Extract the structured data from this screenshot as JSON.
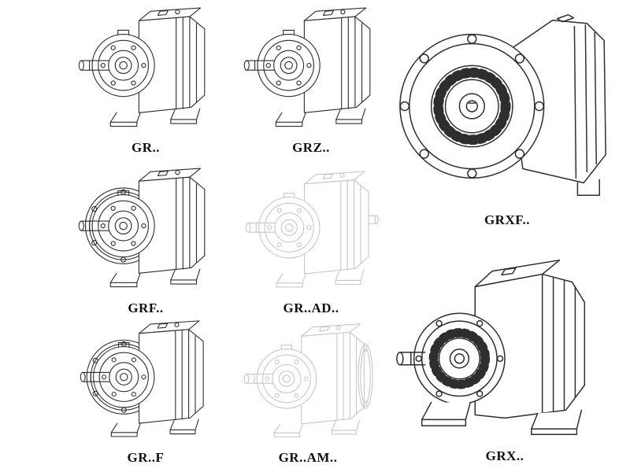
{
  "page": {
    "background": "#ffffff",
    "line_color": "#2e2e2e",
    "ghost_line_color": "#c6c6c6",
    "label_color": "#111111",
    "description": "Catalog sheet of helical gear reducer technical line drawings"
  },
  "figures": [
    {
      "id": "gr",
      "label": "GR..",
      "style": "solid",
      "view": "foot-mounted-side"
    },
    {
      "id": "grz",
      "label": "GRZ..",
      "style": "solid",
      "view": "foot-mounted-side"
    },
    {
      "id": "grxf",
      "label": "GRXF..",
      "style": "solid",
      "view": "front-flange"
    },
    {
      "id": "grf",
      "label": "GRF..",
      "style": "solid",
      "view": "flange-side"
    },
    {
      "id": "grad",
      "label": "GR..AD..",
      "style": "ghost",
      "view": "input-adapter-side"
    },
    {
      "id": "grft",
      "label": "GR..F",
      "style": "solid",
      "view": "flange-side"
    },
    {
      "id": "gram",
      "label": "GR..AM..",
      "style": "ghost",
      "view": "motor-flange-side"
    },
    {
      "id": "grx",
      "label": "GRX..",
      "style": "solid",
      "view": "foot-mounted-large"
    }
  ]
}
